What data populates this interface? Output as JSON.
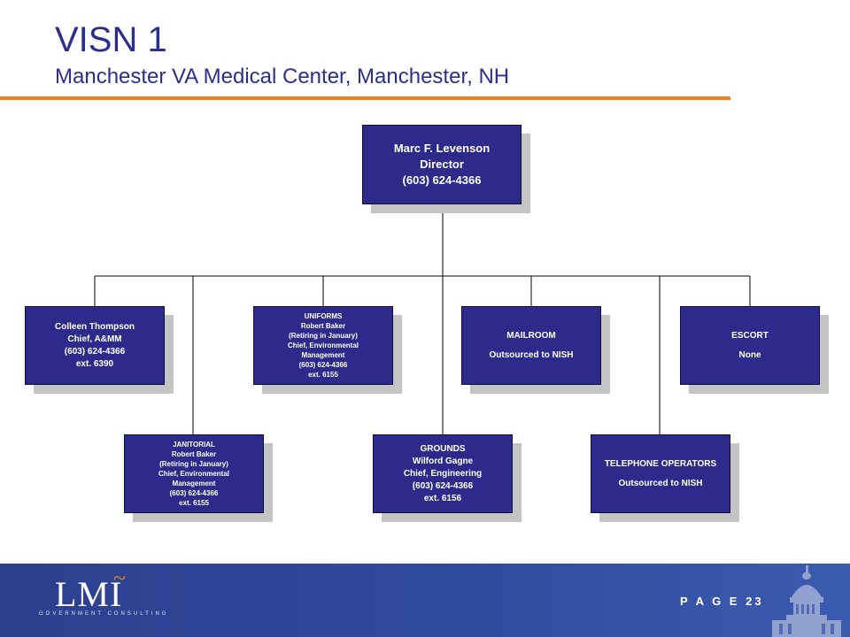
{
  "header": {
    "title": "VISN 1",
    "subtitle": "Manchester VA Medical Center, Manchester, NH"
  },
  "org_chart": {
    "director": [
      "Marc F. Levenson",
      "Director",
      "(603) 624-4366"
    ],
    "units": [
      {
        "id": "colleen",
        "lines": [
          "Colleen Thompson",
          "Chief, A&MM",
          "(603) 624-4366",
          "ext. 6390"
        ]
      },
      {
        "id": "uniforms",
        "lines": [
          "UNIFORMS",
          "Robert Baker",
          "(Retiring in January)",
          "Chief, Environmental",
          "Management",
          "(603) 624-4366",
          "ext. 6155"
        ]
      },
      {
        "id": "mailroom",
        "lines": [
          "MAILROOM",
          "Outsourced to NISH"
        ]
      },
      {
        "id": "escort",
        "lines": [
          "ESCORT",
          "None"
        ]
      },
      {
        "id": "janitorial",
        "lines": [
          "JANITORIAL",
          "Robert Baker",
          "(Retiring in January)",
          "Chief, Environmental",
          "Management",
          "(603) 624-4366",
          "ext. 6155"
        ]
      },
      {
        "id": "grounds",
        "lines": [
          "GROUNDS",
          "Wilford Gagne",
          "Chief, Engineering",
          "(603) 624-4366",
          "ext. 6156"
        ]
      },
      {
        "id": "telephone",
        "lines": [
          "TELEPHONE OPERATORS",
          "Outsourced to NISH"
        ]
      }
    ]
  },
  "footer": {
    "logo": "LMI",
    "tagline": "GOVERNMENT CONSULTING",
    "page_label": "P A G E",
    "page_number": "23"
  },
  "colors": {
    "accent": "#e8821e",
    "title": "#2b2f8c",
    "node_fill": "#2e2a8c",
    "footer": "#304b9c"
  }
}
